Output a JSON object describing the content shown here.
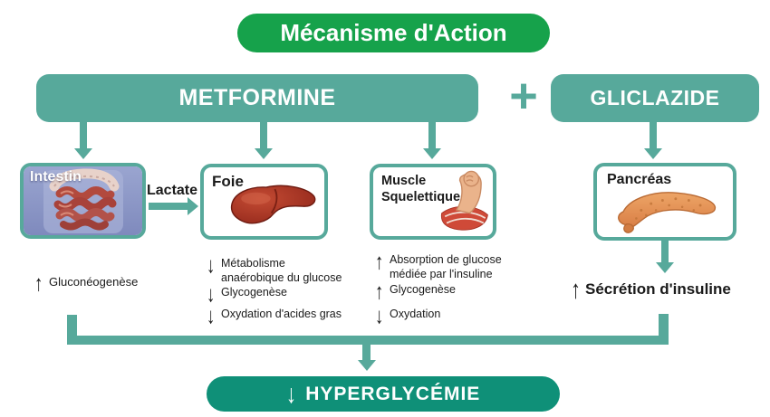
{
  "colors": {
    "green": "#16a24b",
    "teal": "#57a99b",
    "teal_dark": "#0f9078"
  },
  "title": "Mécanisme d'Action",
  "drugs": {
    "metformine": "METFORMINE",
    "plus": "+",
    "gliclazide": "GLICLAZIDE"
  },
  "lactate": "Lactate",
  "organs": {
    "intestin": "Intestin",
    "foie": "Foie",
    "muscle": "Muscle Squelettique",
    "pancreas": "Pancréas"
  },
  "effects": {
    "intestin": [
      {
        "glyph": "↑",
        "text": "Gluconéogenèse"
      }
    ],
    "foie": [
      {
        "glyph": "↓",
        "text": "Métabolisme anaérobique du glucose"
      },
      {
        "glyph": "↓",
        "text": "Glycogenèse"
      },
      {
        "glyph": "↓",
        "text": "Oxydation d'acides gras"
      }
    ],
    "muscle": [
      {
        "glyph": "↑",
        "text": "Absorption de glucose médiée par l'insuline"
      },
      {
        "glyph": "↑",
        "text": "Glycogenèse"
      },
      {
        "glyph": "↓",
        "text": "Oxydation"
      }
    ],
    "pancreas": [
      {
        "glyph": "↑",
        "text": "Sécrétion d'insuline"
      }
    ]
  },
  "outcome": {
    "glyph": "↓",
    "text": "HYPERGLYCÉMIE"
  }
}
